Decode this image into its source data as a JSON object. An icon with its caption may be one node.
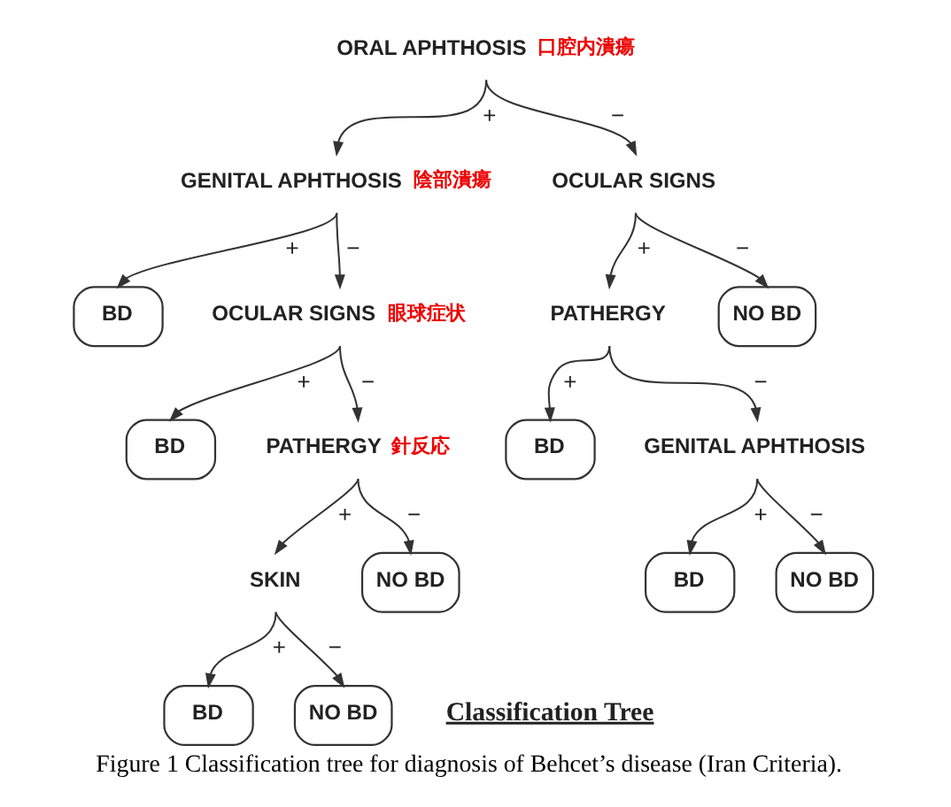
{
  "diagram": {
    "caption": "Figure 1 Classification tree for diagnosis of Behcet’s disease (Iran Criteria).",
    "nodes": [
      {
        "text": [
          "ORAL APHTHOSIS"
        ],
        "beside": [
          "口腔内潰瘍"
        ]
      },
      {
        "text": [
          "GENITAL APHTHOSIS"
        ],
        "beside": [
          "陰部潰瘍"
        ]
      },
      {
        "text": [
          "OCULAR SIGNS"
        ]
      },
      {
        "text": [
          "BD"
        ]
      },
      {
        "text": [
          "OCULAR SIGNS"
        ],
        "beside": [
          "眼球症状"
        ]
      },
      {
        "text": [
          "PATHERGY"
        ]
      },
      {
        "text": [
          "NO BD"
        ]
      },
      {
        "text": [
          "BD"
        ]
      },
      {
        "text": [
          "PATHERGY"
        ],
        "beside": [
          "針反応"
        ]
      },
      {
        "text": [
          "BD"
        ]
      },
      {
        "text": [
          "GENITAL APHTHOSIS"
        ]
      },
      {
        "text": [
          "SKIN"
        ]
      },
      {
        "text": [
          "NO BD"
        ]
      },
      {
        "text": [
          "BD"
        ]
      },
      {
        "text": [
          "NO BD"
        ]
      },
      {
        "text": [
          "BD"
        ]
      },
      {
        "text": [
          "NO BD"
        ]
      }
    ],
    "edges": [
      {
        "from": 0,
        "to": 1,
        "arrow": "to",
        "label": "+"
      },
      {
        "from": 0,
        "to": 2,
        "arrow": "to",
        "label": "−"
      },
      {
        "from": 1,
        "to": 3,
        "arrow": "to",
        "label": "+"
      },
      {
        "from": 1,
        "to": 4,
        "arrow": "to",
        "label": "−"
      },
      {
        "from": 2,
        "to": 5,
        "arrow": "to",
        "label": "+"
      },
      {
        "from": 2,
        "to": 6,
        "arrow": "to",
        "label": "−"
      },
      {
        "from": 4,
        "to": 7,
        "arrow": "to",
        "label": "+"
      },
      {
        "from": 4,
        "to": 8,
        "arrow": "to",
        "label": "−"
      },
      {
        "from": 5,
        "to": 9,
        "arrow": "to",
        "label": "+"
      },
      {
        "from": 5,
        "to": 10,
        "arrow": "to",
        "label": "−"
      },
      {
        "from": 8,
        "to": 11,
        "arrow": "to",
        "label": "+"
      },
      {
        "from": 8,
        "to": 12,
        "arrow": "to",
        "label": "−"
      },
      {
        "from": 10,
        "to": 13,
        "arrow": "to",
        "label": "+"
      },
      {
        "from": 10,
        "to": 14,
        "arrow": "to",
        "label": "−"
      },
      {
        "from": 11,
        "to": 15,
        "arrow": "to",
        "label": "+"
      },
      {
        "from": 11,
        "to": 16,
        "arrow": "to",
        "label": "−"
      }
    ],
    "labels": [
      "Classification Tree"
    ]
  }
}
